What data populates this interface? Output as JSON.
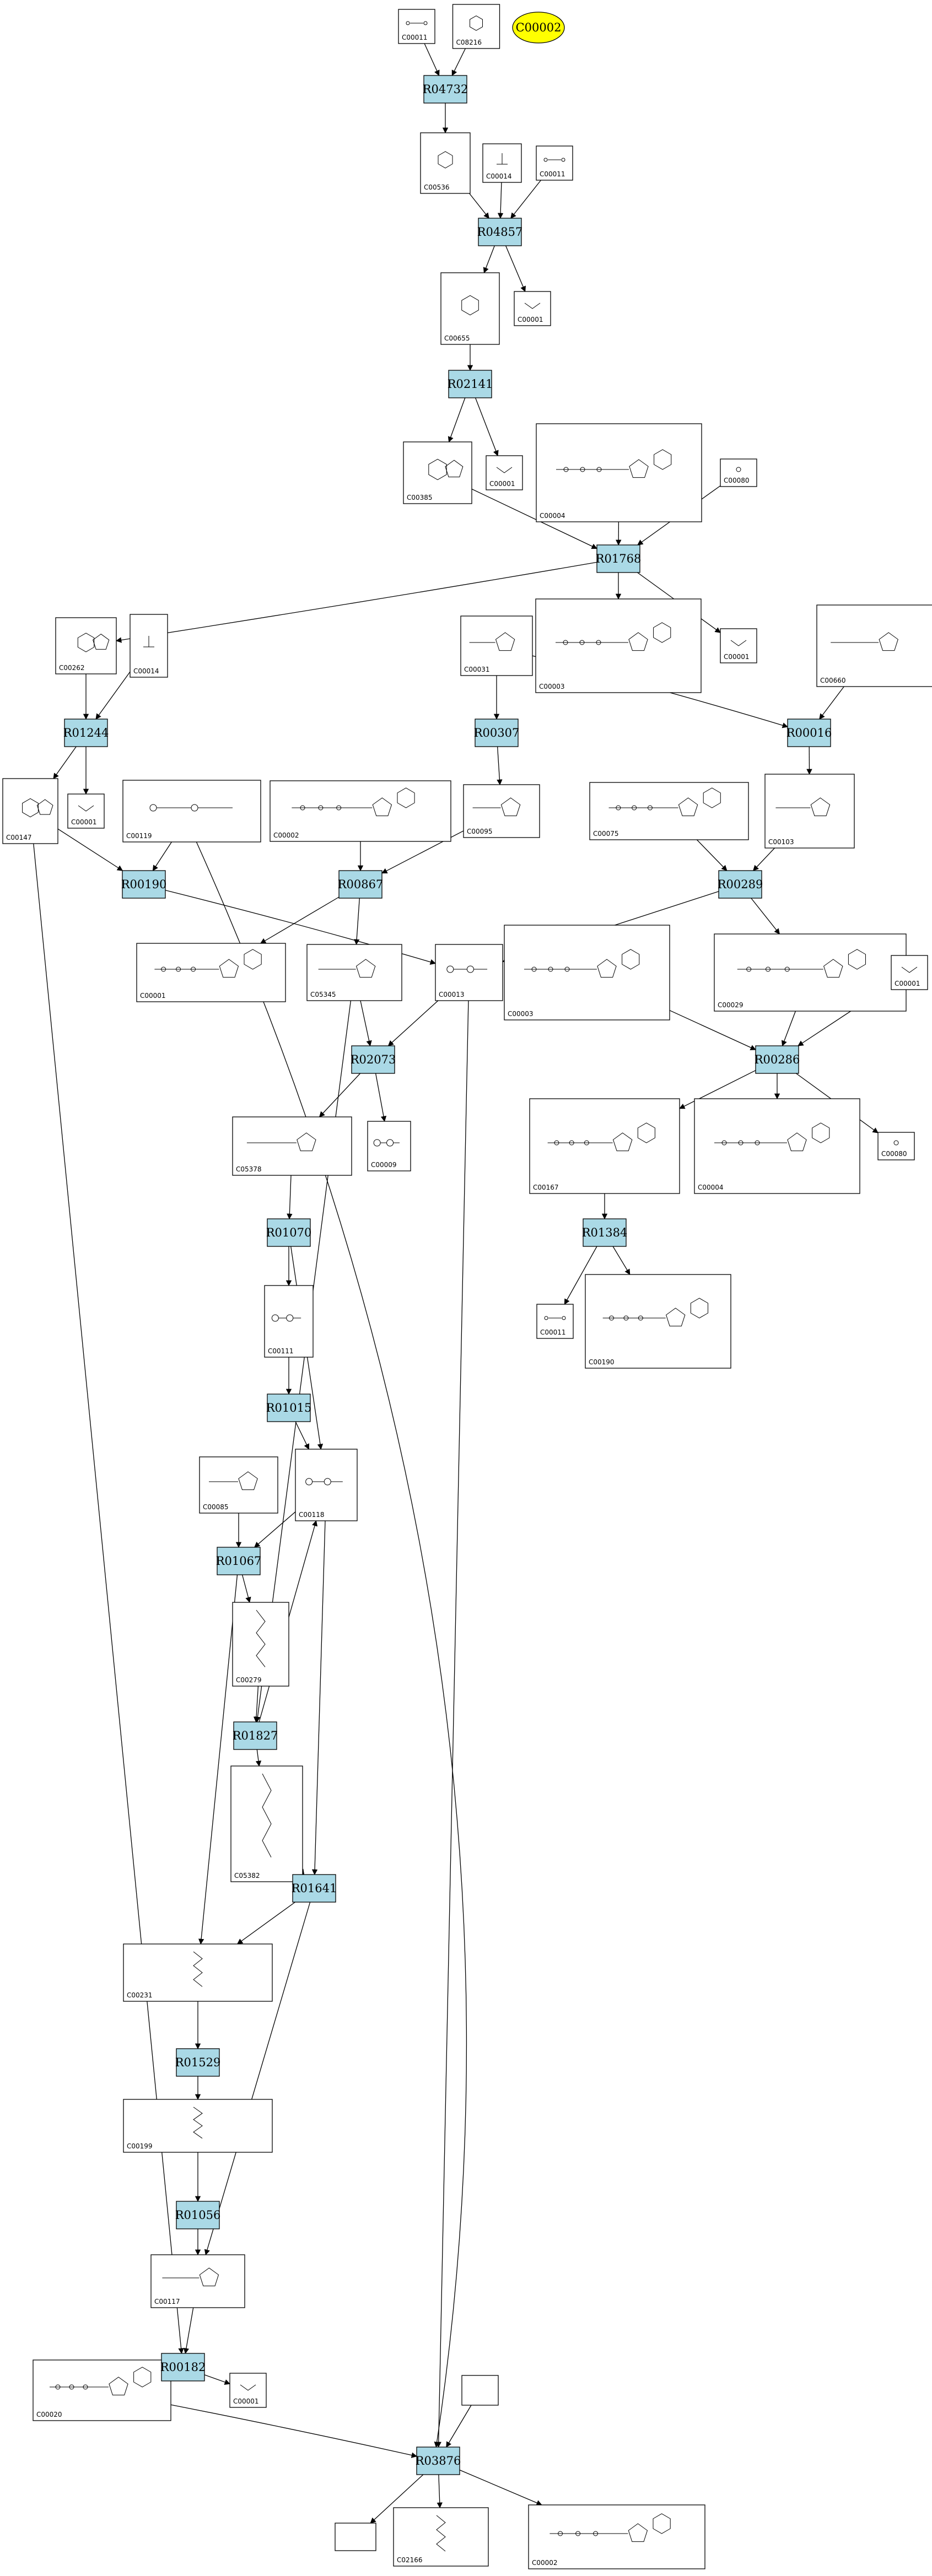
{
  "colors": {
    "reaction_fill": "#aad9e6",
    "highlight_fill": "#ffff00",
    "line": "#000000",
    "compound_fill": "#ffffff"
  },
  "highlight": {
    "id": "C00002"
  },
  "reactions": [
    {
      "id": "R04732"
    },
    {
      "id": "R04857"
    },
    {
      "id": "R02141"
    },
    {
      "id": "R01768"
    },
    {
      "id": "R01244"
    },
    {
      "id": "R00307"
    },
    {
      "id": "R00016"
    },
    {
      "id": "R00190"
    },
    {
      "id": "R00867"
    },
    {
      "id": "R00289"
    },
    {
      "id": "R02073"
    },
    {
      "id": "R00286"
    },
    {
      "id": "R01070"
    },
    {
      "id": "R01384"
    },
    {
      "id": "R01015"
    },
    {
      "id": "R01067"
    },
    {
      "id": "R01827"
    },
    {
      "id": "R01641"
    },
    {
      "id": "R01529"
    },
    {
      "id": "R01056"
    },
    {
      "id": "R00182"
    },
    {
      "id": "R03876"
    }
  ],
  "compounds": [
    {
      "key": "c1",
      "id": "C00011",
      "icon": "co2-structure-icon"
    },
    {
      "key": "c2",
      "id": "C08216",
      "icon": "imidazole-structure-icon"
    },
    {
      "key": "c3",
      "id": "C00536",
      "icon": "carboxylic-acid-structure-icon"
    },
    {
      "key": "c4",
      "id": "C00014",
      "icon": "ammonia-structure-icon"
    },
    {
      "key": "c5",
      "id": "C00011",
      "icon": "co2-structure-icon"
    },
    {
      "key": "c6",
      "id": "C00655",
      "icon": "ring-structure-icon"
    },
    {
      "key": "c7",
      "id": "C00001",
      "icon": "water-structure-icon"
    },
    {
      "key": "c8",
      "id": "C00385",
      "icon": "purine-structure-icon"
    },
    {
      "key": "c9",
      "id": "C00001",
      "icon": "water-structure-icon"
    },
    {
      "key": "c10",
      "id": "C00004",
      "icon": "nucleotide-structure-icon"
    },
    {
      "key": "c11",
      "id": "C00080",
      "icon": "proton-structure-icon"
    },
    {
      "key": "c12",
      "id": "C00262",
      "icon": "purine-structure-icon"
    },
    {
      "key": "c13",
      "id": "C00014",
      "icon": "ammonia-structure-icon"
    },
    {
      "key": "c14",
      "id": "C00031",
      "icon": "sugar-structure-icon"
    },
    {
      "key": "c15",
      "id": "C00003",
      "icon": "nucleotide-structure-icon"
    },
    {
      "key": "c16",
      "id": "C00001",
      "icon": "water-structure-icon"
    },
    {
      "key": "c17",
      "id": "C00660",
      "icon": "sugar-phosphate-structure-icon"
    },
    {
      "key": "c18",
      "id": "C00001",
      "icon": "water-structure-icon"
    },
    {
      "key": "c19",
      "id": "C00147",
      "icon": "purine-structure-icon"
    },
    {
      "key": "c20",
      "id": "C00119",
      "icon": "phosphate-structure-icon"
    },
    {
      "key": "c21",
      "id": "C00002",
      "icon": "nucleotide-structure-icon"
    },
    {
      "key": "c22",
      "id": "C00095",
      "icon": "sugar-structure-icon"
    },
    {
      "key": "c23",
      "id": "C00075",
      "icon": "nucleotide-structure-icon"
    },
    {
      "key": "c24",
      "id": "C00103",
      "icon": "sugar-phosphate-structure-icon"
    },
    {
      "key": "c25",
      "id": "C00001",
      "icon": "nucleotide-structure-icon"
    },
    {
      "key": "c26",
      "id": "C05345",
      "icon": "sugar-phosphate-structure-icon"
    },
    {
      "key": "c27",
      "id": "C00013",
      "icon": "phosphate-structure-icon"
    },
    {
      "key": "c28",
      "id": "C00003",
      "icon": "nucleotide-structure-icon"
    },
    {
      "key": "c29",
      "id": "C00029",
      "icon": "nucleotide-structure-icon"
    },
    {
      "key": "c30",
      "id": "C00001",
      "icon": "water-structure-icon"
    },
    {
      "key": "c31",
      "id": "C05378",
      "icon": "sugar-phosphate-structure-icon"
    },
    {
      "key": "c32",
      "id": "C00009",
      "icon": "phosphate-structure-icon"
    },
    {
      "key": "c33",
      "id": "C00167",
      "icon": "nucleotide-structure-icon"
    },
    {
      "key": "c34",
      "id": "C00004",
      "icon": "nucleotide-structure-icon"
    },
    {
      "key": "c35",
      "id": "C00080",
      "icon": "proton-structure-icon"
    },
    {
      "key": "c36",
      "id": "C00111",
      "icon": "phosphate-structure-icon"
    },
    {
      "key": "c37",
      "id": "C00011",
      "icon": "co2-structure-icon"
    },
    {
      "key": "c38",
      "id": "C00190",
      "icon": "nucleotide-structure-icon"
    },
    {
      "key": "c39",
      "id": "C00085",
      "icon": "sugar-phosphate-structure-icon"
    },
    {
      "key": "c40",
      "id": "C00118",
      "icon": "phosphate-structure-icon"
    },
    {
      "key": "c41",
      "id": "C00279",
      "icon": "chain-structure-icon"
    },
    {
      "key": "c42",
      "id": "C05382",
      "icon": "chain-structure-icon"
    },
    {
      "key": "c43",
      "id": "C00231",
      "icon": "chain-structure-icon"
    },
    {
      "key": "c44",
      "id": "C00199",
      "icon": "chain-structure-icon"
    },
    {
      "key": "c45",
      "id": "C00117",
      "icon": "sugar-phosphate-structure-icon"
    },
    {
      "key": "c46",
      "id": "C00020",
      "icon": "nucleotide-structure-icon"
    },
    {
      "key": "c47",
      "id": "C00001",
      "icon": "water-structure-icon"
    },
    {
      "key": "c48",
      "id": "",
      "icon": "empty-box"
    },
    {
      "key": "c49",
      "id": "",
      "icon": "empty-box"
    },
    {
      "key": "c50",
      "id": "C02166",
      "icon": "chain-structure-icon"
    },
    {
      "key": "c51",
      "id": "C00002",
      "icon": "nucleotide-structure-icon"
    }
  ],
  "edges": [
    {
      "from": "c1",
      "to": "R04732"
    },
    {
      "from": "c2",
      "to": "R04732"
    },
    {
      "from": "R04732",
      "to": "c3"
    },
    {
      "from": "c3",
      "to": "R04857"
    },
    {
      "from": "c4",
      "to": "R04857"
    },
    {
      "from": "c5",
      "to": "R04857"
    },
    {
      "from": "R04857",
      "to": "c6"
    },
    {
      "from": "R04857",
      "to": "c7"
    },
    {
      "from": "c6",
      "to": "R02141"
    },
    {
      "from": "R02141",
      "to": "c8"
    },
    {
      "from": "R02141",
      "to": "c9"
    },
    {
      "from": "c8",
      "to": "R01768"
    },
    {
      "from": "c10",
      "to": "R01768"
    },
    {
      "from": "c11",
      "to": "R01768"
    },
    {
      "from": "R01768",
      "to": "c12"
    },
    {
      "from": "R01768",
      "to": "c15"
    },
    {
      "from": "R01768",
      "to": "c16"
    },
    {
      "from": "c12",
      "to": "R01244"
    },
    {
      "from": "c13",
      "to": "R01244"
    },
    {
      "from": "R01244",
      "to": "c19"
    },
    {
      "from": "R01244",
      "to": "c18"
    },
    {
      "from": "c14",
      "to": "R00307"
    },
    {
      "from": "R00307",
      "to": "c22"
    },
    {
      "from": "c14",
      "to": "R00016"
    },
    {
      "from": "c17",
      "to": "R00016"
    },
    {
      "from": "R00016",
      "to": "c24"
    },
    {
      "from": "c19",
      "to": "R00190"
    },
    {
      "from": "c20",
      "to": "R00190"
    },
    {
      "from": "R00190",
      "to": "c27"
    },
    {
      "from": "c21",
      "to": "R00867"
    },
    {
      "from": "c22",
      "to": "R00867"
    },
    {
      "from": "R00867",
      "to": "c25"
    },
    {
      "from": "R00867",
      "to": "c26"
    },
    {
      "from": "c23",
      "to": "R00289"
    },
    {
      "from": "c24",
      "to": "R00289"
    },
    {
      "from": "R00289",
      "to": "c27"
    },
    {
      "from": "R00289",
      "to": "c29"
    },
    {
      "from": "c26",
      "to": "R02073"
    },
    {
      "from": "c27",
      "to": "R02073"
    },
    {
      "from": "R02073",
      "to": "c31"
    },
    {
      "from": "R02073",
      "to": "c32"
    },
    {
      "from": "c28",
      "to": "R00286"
    },
    {
      "from": "c29",
      "to": "R00286"
    },
    {
      "from": "c30",
      "to": "R00286"
    },
    {
      "from": "R00286",
      "to": "c33"
    },
    {
      "from": "R00286",
      "to": "c34"
    },
    {
      "from": "R00286",
      "to": "c35"
    },
    {
      "from": "c31",
      "to": "R01070"
    },
    {
      "from": "R01070",
      "to": "c36"
    },
    {
      "from": "R01070",
      "to": "c40"
    },
    {
      "from": "c33",
      "to": "R01384"
    },
    {
      "from": "R01384",
      "to": "c37"
    },
    {
      "from": "R01384",
      "to": "c38"
    },
    {
      "from": "c36",
      "to": "R01015"
    },
    {
      "from": "R01015",
      "to": "c40"
    },
    {
      "from": "c39",
      "to": "R01067"
    },
    {
      "from": "c40",
      "to": "R01067"
    },
    {
      "from": "R01067",
      "to": "c41"
    },
    {
      "from": "R01067",
      "to": "c43"
    },
    {
      "from": "c26",
      "to": "R01827"
    },
    {
      "from": "c41",
      "to": "R01827"
    },
    {
      "from": "R01827",
      "to": "c40"
    },
    {
      "from": "R01827",
      "to": "c42"
    },
    {
      "from": "c42",
      "to": "R01641"
    },
    {
      "from": "c40",
      "to": "R01641"
    },
    {
      "from": "R01641",
      "to": "c43"
    },
    {
      "from": "R01641",
      "to": "c45"
    },
    {
      "from": "c43",
      "to": "R01529"
    },
    {
      "from": "R01529",
      "to": "c44"
    },
    {
      "from": "c44",
      "to": "R01056"
    },
    {
      "from": "R01056",
      "to": "c45"
    },
    {
      "from": "c45",
      "to": "R00182"
    },
    {
      "from": "c19",
      "to": "R00182"
    },
    {
      "from": "R00182",
      "to": "c46"
    },
    {
      "from": "R00182",
      "to": "c47"
    },
    {
      "from": "c46",
      "to": "R03876"
    },
    {
      "from": "c27",
      "to": "R03876"
    },
    {
      "from": "c48",
      "to": "R03876"
    },
    {
      "from": "c20",
      "to": "R03876"
    },
    {
      "from": "R03876",
      "to": "c49"
    },
    {
      "from": "R03876",
      "to": "c50"
    },
    {
      "from": "R03876",
      "to": "c51"
    }
  ]
}
